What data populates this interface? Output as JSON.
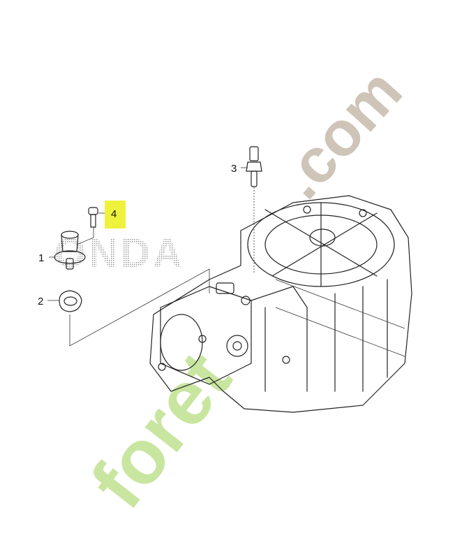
{
  "diagram": {
    "callouts": [
      {
        "id": "1",
        "label": "1"
      },
      {
        "id": "2",
        "label": "2"
      },
      {
        "id": "3",
        "label": "3"
      },
      {
        "id": "4",
        "label": "4",
        "highlighted": true
      }
    ],
    "highlight_color": "#eef23c"
  },
  "watermarks": {
    "brand_text": "ONDA",
    "site_text_green": "foret",
    "site_text_tan": ".com",
    "green_color": "#c8e6a0",
    "tan_color": "#cfc4b8"
  }
}
